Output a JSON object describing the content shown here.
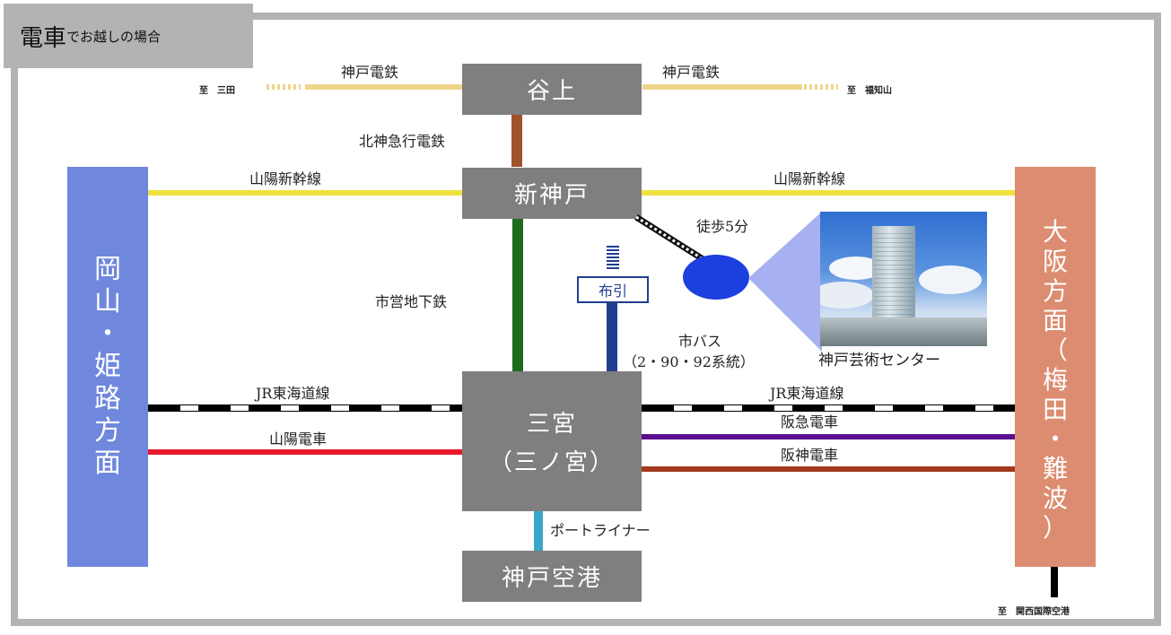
{
  "header": {
    "title_big": "電車",
    "title_small": "でお越しの場合"
  },
  "stations": {
    "tanigami": "谷上",
    "shinkobe": "新神戸",
    "sannomiya_line1": "三宮",
    "sannomiya_line2": "（三ノ宮）",
    "kobe_airport": "神戸空港"
  },
  "directions": {
    "west": [
      "岡",
      "山",
      "・",
      "姫",
      "路",
      "方",
      "面"
    ],
    "east": [
      "大",
      "阪",
      "方",
      "面",
      "（",
      "梅",
      "田",
      "・",
      "難",
      "波",
      "）"
    ]
  },
  "lines": {
    "kobe_dentetsu_left": "神戸電鉄",
    "kobe_dentetsu_right": "神戸電鉄",
    "to_sanda": "至　三田",
    "to_fukuchiyama": "至　福知山",
    "hokushin": "北神急行電鉄",
    "sanyo_shinkansen_left": "山陽新幹線",
    "sanyo_shinkansen_right": "山陽新幹線",
    "subway": "市営地下鉄",
    "jr_left": "JR東海道線",
    "jr_right": "JR東海道線",
    "sanyo_dentetsu": "山陽電車",
    "hankyu": "阪急電車",
    "hanshin": "阪神電車",
    "port_liner": "ポートライナー",
    "to_kix": "至　関西国際空港"
  },
  "bus": {
    "stop": "布引",
    "line1": "市バス",
    "line2": "（2・90・92系統）"
  },
  "walk": "徒歩5分",
  "destination": "神戸芸術センター",
  "colors": {
    "kobe_dentetsu": "#f0d58a",
    "hokushin": "#a0522d",
    "shinkansen": "#f0e040",
    "subway": "#1e6b1e",
    "bus": "#1f3f8f",
    "sanyo": "#e8192c",
    "hankyu": "#5b0f8f",
    "hanshin": "#a23a1f",
    "port_liner": "#3aa6c6",
    "west_box": "#6f87dd",
    "east_box": "#dc8c70",
    "station": "#7f7f7f",
    "dest_circle": "#1c3fe0",
    "dest_cone": "#a7b0f0"
  }
}
